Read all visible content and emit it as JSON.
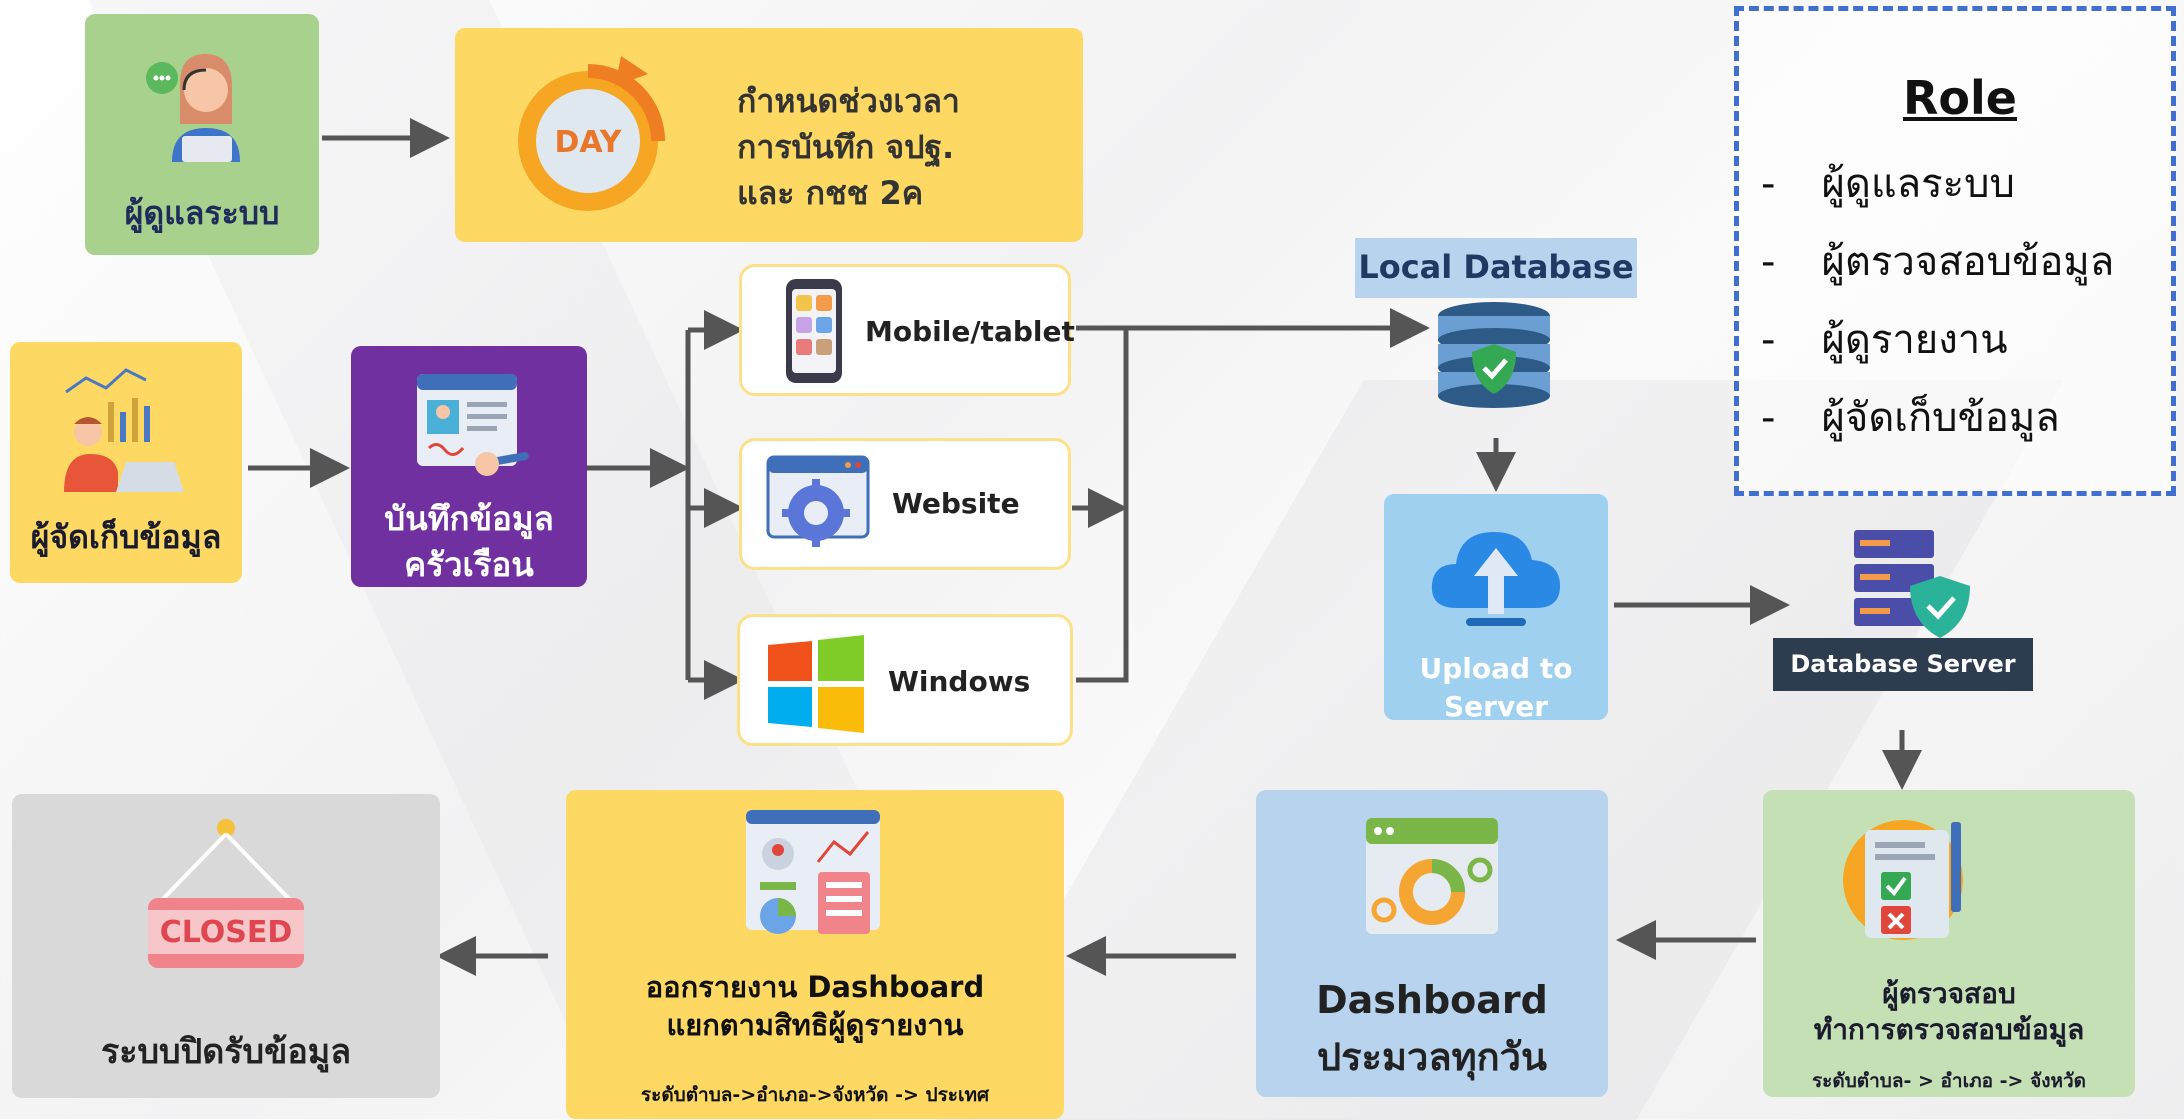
{
  "admin": {
    "label": "ผู้ดูแลระบบ"
  },
  "schedule": {
    "day_label": "DAY",
    "text": [
      "กำหนดช่วงเวลา",
      "การบันทึก จปฐ.",
      "และ กชช 2ค"
    ]
  },
  "collector": {
    "label": "ผู้จัดเก็บข้อมูล"
  },
  "record": {
    "label": [
      "บันทึกข้อมูล",
      "ครัวเรือน"
    ]
  },
  "platforms": {
    "mobile": "Mobile/tablet",
    "website": "Website",
    "windows": "Windows"
  },
  "local_db": {
    "label": "Local Database"
  },
  "upload": {
    "label": [
      "Upload to",
      "Server"
    ]
  },
  "db_server": {
    "label": "Database Server"
  },
  "role": {
    "title": "Role",
    "items": [
      "ผู้ดูแลระบบ",
      "ผู้ตรวจสอบข้อมูล",
      "ผู้ดูรายงาน",
      "ผู้จัดเก็บข้อมูล"
    ],
    "bullet": "-"
  },
  "verify": {
    "title": [
      "ผู้ตรวจสอบ",
      "ทำการตรวจสอบข้อมูล"
    ],
    "sub": "ระดับตำบล- > อำเภอ -> จังหวัด"
  },
  "dashboard": {
    "title": [
      "Dashboard",
      "ประมวลทุกวัน"
    ]
  },
  "report": {
    "title": [
      "ออกรายงาน Dashboard",
      "แยกตามสิทธิผู้ดูรายงาน"
    ],
    "sub": "ระดับตำบล->อำเภอ->จังหวัด -> ประเทศ"
  },
  "closed": {
    "sign": "CLOSED",
    "label": "ระบบปิดรับข้อมูล"
  },
  "colors": {
    "yellow": "#fdd964",
    "green": "#a9d18e",
    "purple": "#7030a0",
    "blue": "#b7d3ee",
    "lightblue": "#9fd0f0",
    "gray": "#d9d9d9",
    "navy": "#2e3c50",
    "arrow": "#555555"
  }
}
